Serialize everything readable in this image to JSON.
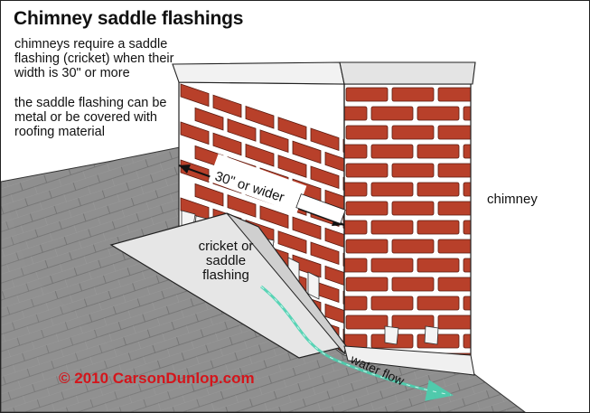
{
  "title": "Chimney saddle flashings",
  "notes": {
    "requirement": "chimneys require a saddle flashing (cricket) when their width is 30\" or more",
    "material": "the saddle flashing can be metal or be covered with roofing material"
  },
  "labels": {
    "width": "30\" or wider",
    "chimney": "chimney",
    "cricket": "cricket or saddle flashing",
    "water_flow": "water flow"
  },
  "copyright": "© 2010 CarsonDunlop.com",
  "colors": {
    "brick": "#b8402a",
    "mortar": "#ffffff",
    "roof": "#8c8c8c",
    "cap": "#ececec",
    "cricket": "#e2e2e2",
    "water_arrow": "#4ad1b0",
    "copyright": "#d4151b",
    "outline": "#222222"
  }
}
